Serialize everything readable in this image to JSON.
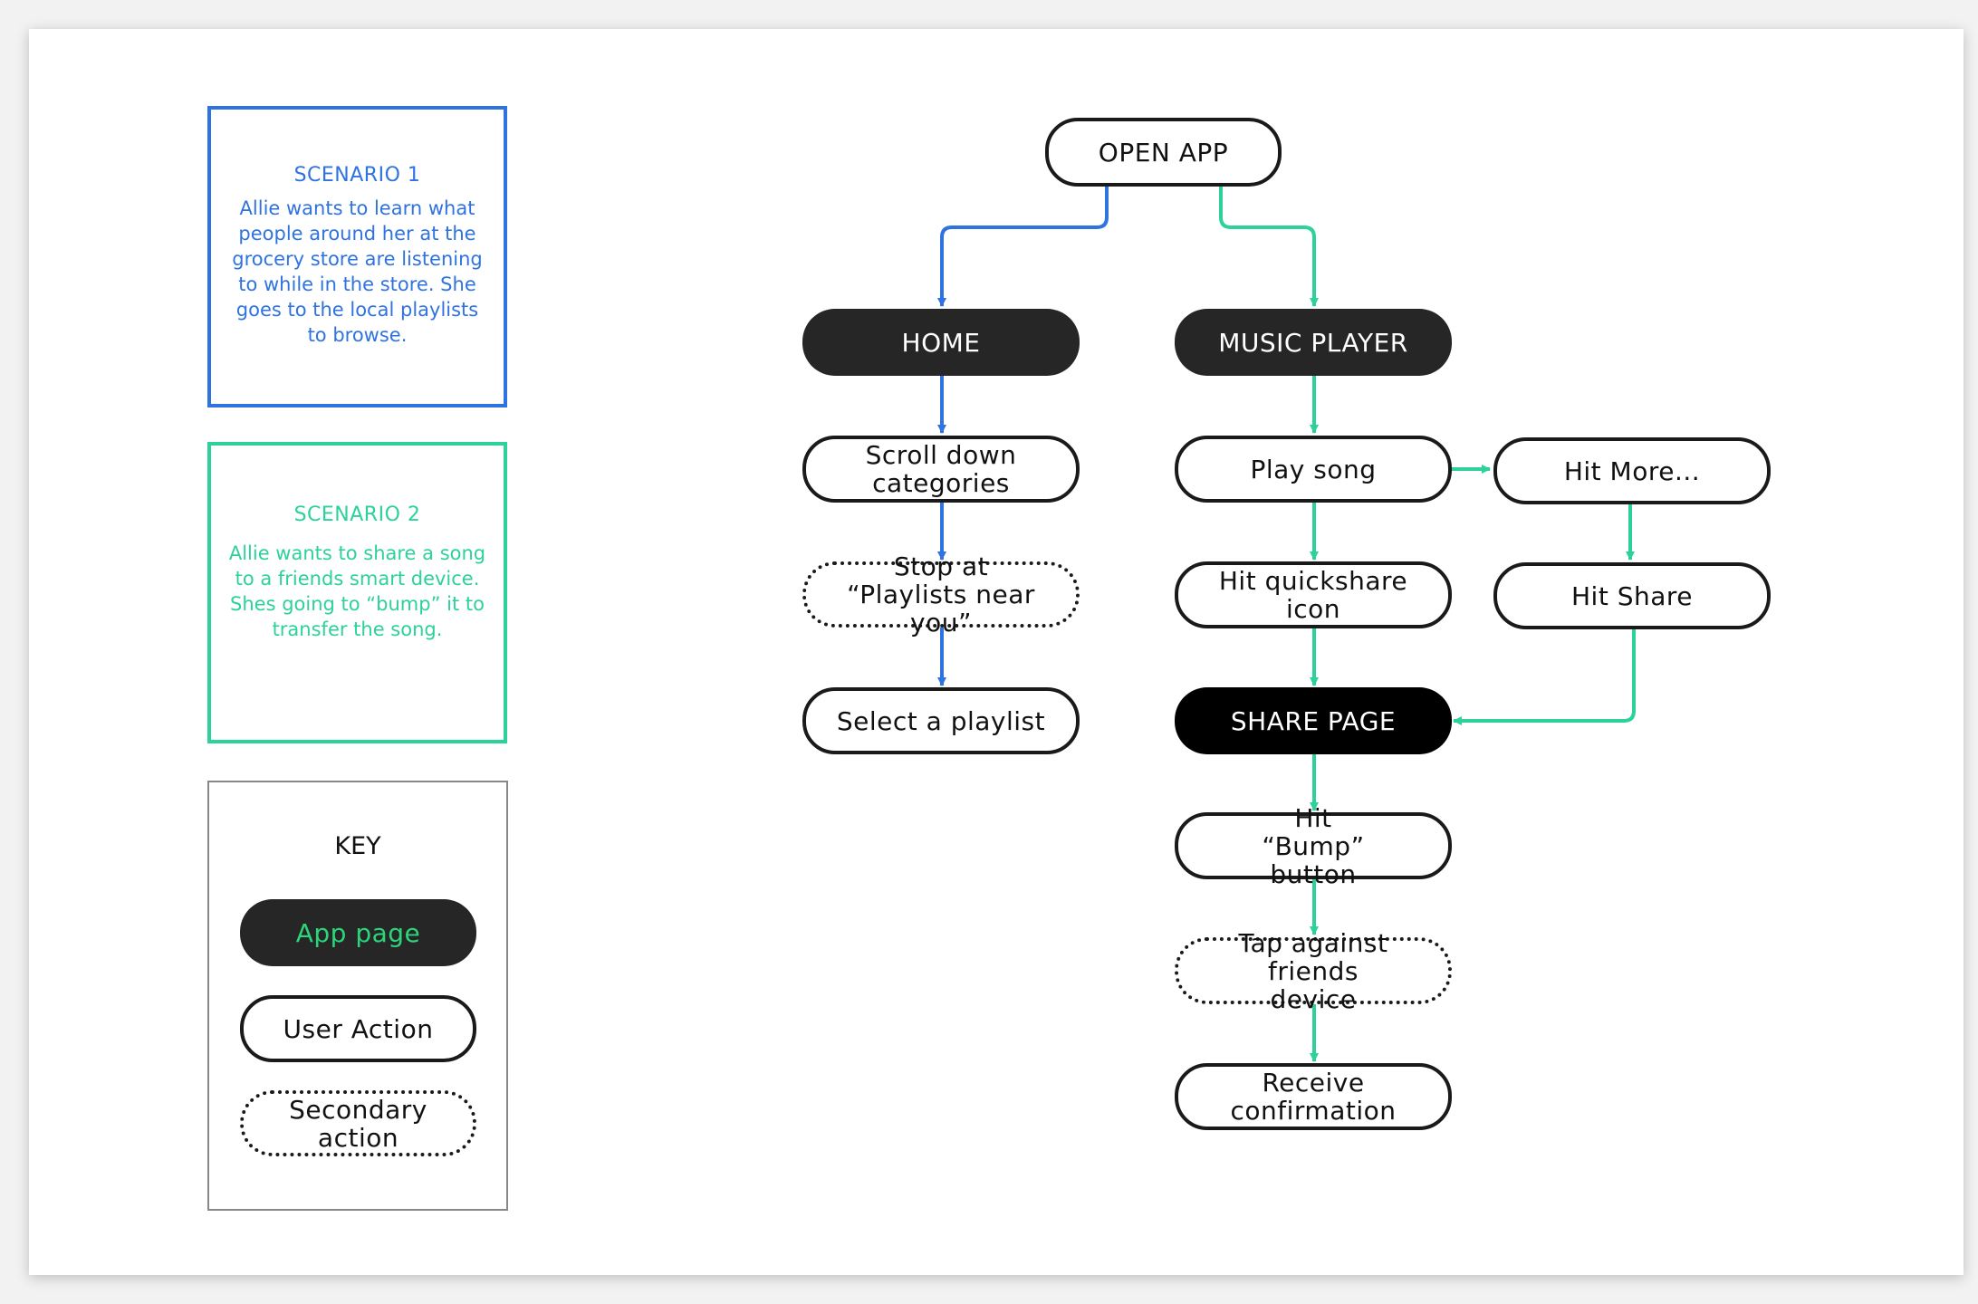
{
  "scenario_1": {
    "title": "SCENARIO 1",
    "body": "Allie wants to learn what people around her at the grocery store are listening to while in the store. She goes to the local playlists to browse."
  },
  "scenario_2": {
    "title": "SCENARIO 2",
    "body": "Allie wants to share a song to a friends smart device. Shes going to “bump” it to transfer the song."
  },
  "key": {
    "title": "KEY",
    "app_page": "App page",
    "user_action": "User Action",
    "secondary_action": "Secondary action"
  },
  "flow": {
    "open_app": "OPEN APP",
    "home": "HOME",
    "music_player": "MUSIC PLAYER",
    "scroll_down": "Scroll down categories",
    "stop_at_playlists": "Stop at “Playlists near you”",
    "select_playlist": "Select a playlist",
    "play_song": "Play song",
    "hit_more": "Hit More...",
    "hit_quickshare": "Hit quickshare icon",
    "hit_share": "Hit Share",
    "share_page": "SHARE PAGE",
    "hit_bump": "Hit “Bump” button",
    "tap_against": "Tap against friends device",
    "receive_confirmation": "Receive confirmation"
  },
  "colors": {
    "scenario_1": "#2f73e0",
    "scenario_2": "#2dd19a",
    "app_page_fill": "#262626",
    "key_app_page_text": "#2bd67a"
  }
}
